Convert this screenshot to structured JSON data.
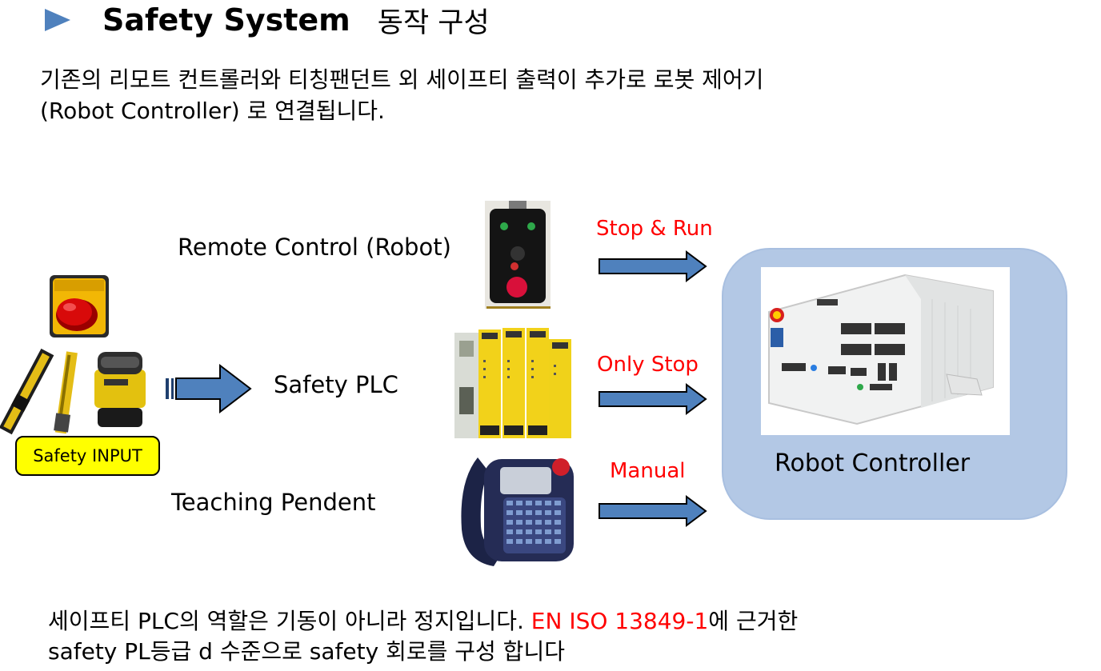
{
  "header": {
    "title_en": "Safety System",
    "title_ko": "동작 구성",
    "marker_color": "#4f81bd"
  },
  "intro": {
    "line1": "기존의 리모트 컨트롤러와 티칭팬던트 외 세이프티 출력이 추가로  로봇 제어기",
    "line2": "(Robot Controller) 로 연결됩니다."
  },
  "diagram": {
    "remote_label": "Remote Control (Robot)",
    "plc_label": "Safety PLC",
    "pendant_label": "Teaching Pendent",
    "input_label": "Safety INPUT",
    "controller_label": "Robot Controller",
    "arrow_labels": [
      "Stop & Run",
      "Only Stop",
      "Manual"
    ],
    "colors": {
      "arrow_fill": "#4f81bd",
      "arrow_label": "#ff0000",
      "panel_bg": "#b3c8e5",
      "badge_bg": "#ffff00"
    },
    "icons": [
      "emergency-stop-button-icon",
      "light-curtain-icon",
      "laser-scanner-icon",
      "remote-control-box-icon",
      "safety-plc-module-icon",
      "teaching-pendant-icon",
      "robot-controller-unit-icon"
    ]
  },
  "footer": {
    "line1_a": "세이프티 PLC의 역할은 기동이 아니라 정지입니다. ",
    "line1_red": "EN ISO 13849-1",
    "line1_b": "에 근거한",
    "line2": "safety PL등급 d  수준으로 safety 회로를 구성 합니다"
  }
}
